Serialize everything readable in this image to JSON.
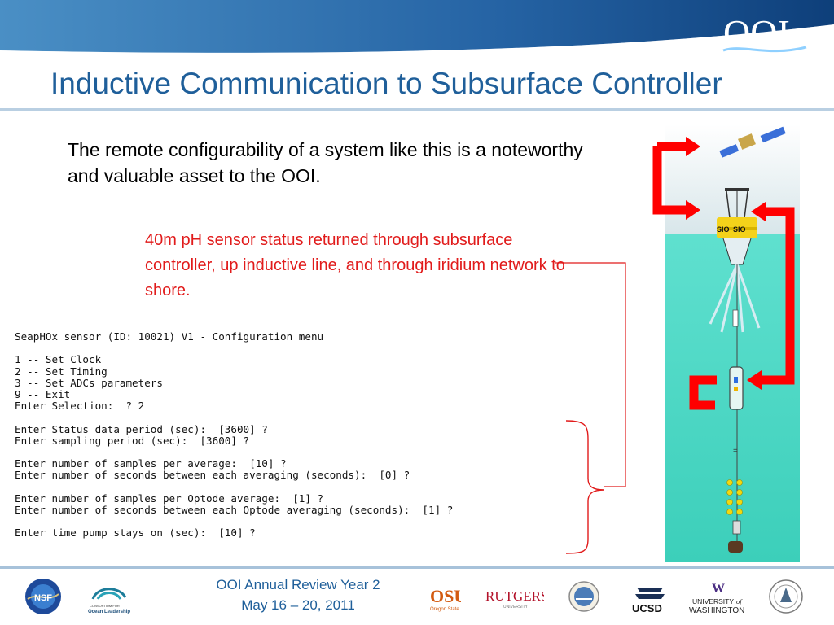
{
  "slide": {
    "title": "Inductive Communication to Subsurface Controller",
    "intro": "The remote configurability of a system like this is a noteworthy and valuable asset to the OOI.",
    "callout": "40m pH sensor status returned through subsurface controller, up inductive line, and through iridium network to shore."
  },
  "terminal": {
    "lines": [
      "SeapHOx sensor (ID: 10021) V1 - Configuration menu",
      "",
      "1 -- Set Clock",
      "2 -- Set Timing",
      "3 -- Set ADCs parameters",
      "9 -- Exit",
      "Enter Selection:  ? 2",
      "",
      "Enter Status data period (sec):  [3600] ?",
      "Enter sampling period (sec):  [3600] ?",
      "",
      "Enter number of samples per average:  [10] ?",
      "Enter number of seconds between each averaging (seconds):  [0] ?",
      "",
      "Enter number of samples per Optode average:  [1] ?",
      "Enter number of seconds between each Optode averaging (seconds):  [1] ?",
      "",
      "Enter time pump stays on (sec):  [10] ?"
    ]
  },
  "mooring": {
    "buoy_label": "SIO",
    "buoy_label_left": "SIO"
  },
  "footer": {
    "line1": "OOI Annual Review Year 2",
    "line2": "May 16 – 20, 2011"
  },
  "logos": {
    "ooi": "OOI",
    "nsf": "NSF",
    "ocean_leadership_1": "CONSORTIUM FOR",
    "ocean_leadership_2": "Ocean Leadership",
    "osu": "OSU",
    "osu_sub": "Oregon State",
    "rutgers": "RUTGERS",
    "rutgers_sub": "UNIVERSITY",
    "ucsd": "UCSD",
    "uw_mark": "W",
    "uw_line1": "UNIVERSITY",
    "uw_of": "of",
    "uw_line2": "WASHINGTON"
  },
  "colors": {
    "title": "#1f5f9a",
    "callout": "#e11b1b",
    "arrow": "#ff0000",
    "water": "#4fd6c4"
  }
}
